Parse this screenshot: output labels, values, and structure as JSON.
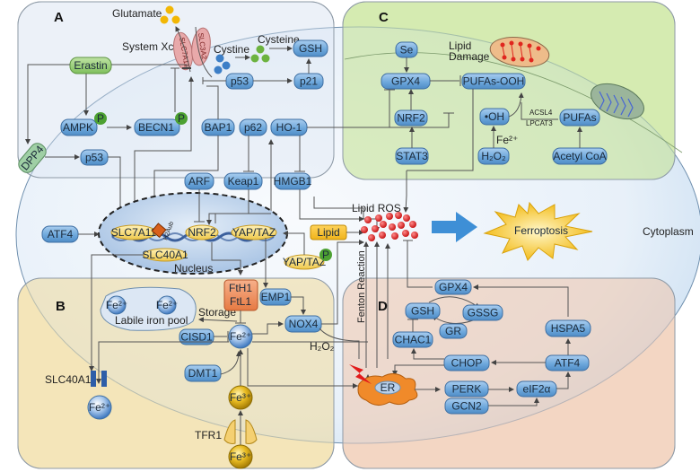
{
  "figure": {
    "title": "Ferroptosis regulatory pathways",
    "colors": {
      "panel_a": "#e8eef6",
      "panel_b": "#f5e7c2",
      "panel_c": "#d9ecb7",
      "panel_d": "#f3d9c6",
      "cell": "#c5daf0",
      "node_blue": "#6ea8dc",
      "node_yellow": "#f5d777",
      "node_orange": "#ee8a55",
      "ros_red": "#d91c1c",
      "ferroptosis": "#f2c21d",
      "arrow_big": "#3e8fd6"
    }
  },
  "panels": {
    "a": "A",
    "b": "B",
    "c": "C",
    "d": "D"
  },
  "labels": {
    "glutamate": "Glutamate",
    "system_xc": "System Xc-",
    "cystine": "Cystine",
    "cysteine": "Cysteine",
    "lipid_damage_1": "Lipid",
    "lipid_damage_2": "Damage",
    "lipid_ros": "Lipid ROS",
    "ferroptosis": "Ferroptosis",
    "cytoplasm": "Cytoplasm",
    "nucleus": "Nucleus",
    "storage": "Storage",
    "labile_iron_pool": "Labile iron pool",
    "h2o2_b": "H₂O₂",
    "fenton": "Fenton Reaction",
    "fe2_c": "Fe²⁺",
    "acsl4": "ACSL4",
    "lpcat3": "LPCAT3",
    "slc40a1_membrane": "SLC40A1",
    "tfr1": "TFR1",
    "h2auB": "H2Aub"
  },
  "nodes": {
    "slc7a11_transporter": "SLC7A11",
    "slc3a2_transporter": "SLC3A2",
    "gsh_a": "GSH",
    "erastin": "Erastin",
    "p53_top": "p53",
    "p21": "p21",
    "ampk": "AMPK",
    "becn1": "BECN1",
    "bap1": "BAP1",
    "p62": "p62",
    "ho1": "HO-1",
    "dpp4": "DPP4",
    "p53_mid": "p53",
    "arf": "ARF",
    "keap1": "Keap1",
    "hmgb1": "HMGB1",
    "atf4_a": "ATF4",
    "slc7a11_gene": "SLC7A11",
    "nrf2_gene": "NRF2",
    "yaptaz_gene": "YAP/TAZ",
    "slc40a1_gene": "SLC40A1",
    "yaptaz_p": "YAP/TAZ",
    "lipid": "Lipid",
    "phospho": "P",
    "se": "Se",
    "gpx4_c": "GPX4",
    "pufas_ooh": "PUFAs-OOH",
    "nrf2_c": "NRF2",
    "oh": "•OH",
    "pufas": "PUFAs",
    "stat3": "STAT3",
    "h2o2_c": "H₂O₂",
    "acetyl_coa": "Acetyl CoA",
    "fth1": "FtH1",
    "ftl1": "FtL1",
    "emp1": "EMP1",
    "fe2": "Fe²⁺",
    "fe3": "Fe³⁺",
    "nox4": "NOX4",
    "cisd1": "CISD1",
    "dmt1": "DMT1",
    "gpx4_d": "GPX4",
    "gsh_d": "GSH",
    "gssg": "GSSG",
    "gr": "GR",
    "chac1": "CHAC1",
    "hspa5": "HSPA5",
    "chop": "CHOP",
    "atf4_d": "ATF4",
    "er": "ER",
    "perk": "PERK",
    "eif2a": "eIF2α",
    "gcn2": "GCN2"
  }
}
